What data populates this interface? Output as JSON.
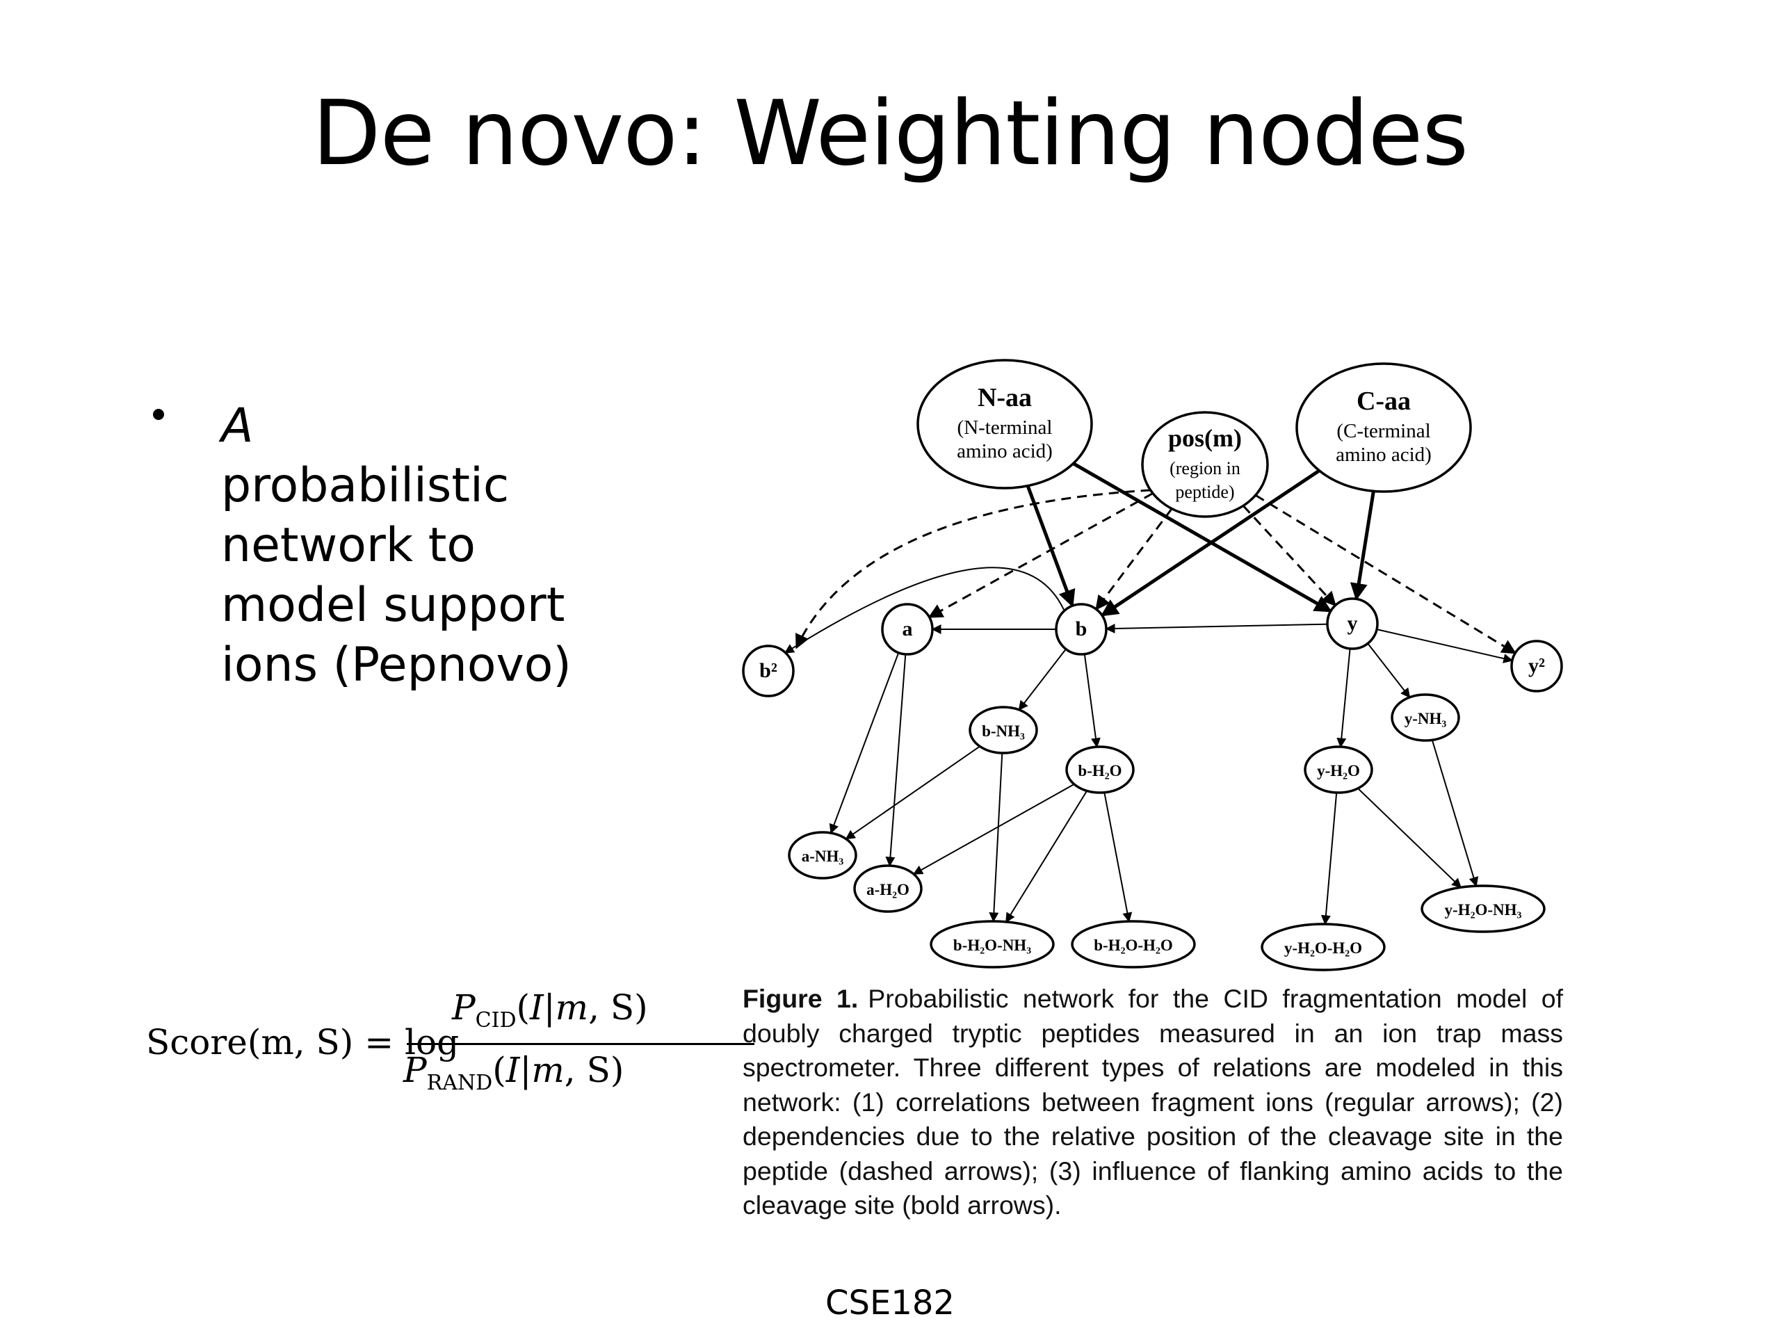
{
  "slide": {
    "title": "De novo: Weighting nodes",
    "bullet_lines": [
      "A",
      "probabilistic",
      "network to",
      "model support",
      "ions (Pepnovo)"
    ],
    "footer": "CSE182"
  },
  "formula": {
    "lhs": "Score(m, S) = log",
    "numerator": "PCID(I|m, S)",
    "denominator": "PRAND(I|m, S)"
  },
  "caption": {
    "label": "Figure 1.",
    "text": "Probabilistic network for the CID fragmentation model of doubly charged tryptic peptides measured in an ion trap mass spectrometer. Three different types of relations are modeled in this network: (1) correlations between fragment ions (regular arrows); (2) dependencies due to the relative position of the cleavage site in the peptide (dashed arrows); (3) influence of flanking amino acids to the cleavage site (bold arrows)."
  },
  "diagram": {
    "nodes": [
      {
        "id": "Naa",
        "lines": [
          "N-aa",
          "(N-terminal",
          "amino acid)"
        ]
      },
      {
        "id": "Caa",
        "lines": [
          "C-aa",
          "(C-terminal",
          "amino acid)"
        ]
      },
      {
        "id": "pos",
        "lines": [
          "pos(m)",
          "(region in",
          "peptide)"
        ]
      },
      {
        "id": "b2",
        "lines": [
          "b²"
        ]
      },
      {
        "id": "a",
        "lines": [
          "a"
        ]
      },
      {
        "id": "b",
        "lines": [
          "b"
        ]
      },
      {
        "id": "y",
        "lines": [
          "y"
        ]
      },
      {
        "id": "y2",
        "lines": [
          "y²"
        ]
      },
      {
        "id": "bNH3",
        "lines": [
          "b-NH₃"
        ]
      },
      {
        "id": "bH2O",
        "lines": [
          "b-H₂O"
        ]
      },
      {
        "id": "yNH3",
        "lines": [
          "y-NH₃"
        ]
      },
      {
        "id": "yH2O",
        "lines": [
          "y-H₂O"
        ]
      },
      {
        "id": "aNH3",
        "lines": [
          "a-NH₃"
        ]
      },
      {
        "id": "aH2O",
        "lines": [
          "a-H₂O"
        ]
      },
      {
        "id": "bH2ONH3",
        "lines": [
          "b-H₂O-NH₃"
        ]
      },
      {
        "id": "bH2OH2O",
        "lines": [
          "b-H₂O-H₂O"
        ]
      },
      {
        "id": "yH2OH2O",
        "lines": [
          "y-H₂O-H₂O"
        ]
      },
      {
        "id": "yH2ONH3",
        "lines": [
          "y-H₂O-NH₃"
        ]
      }
    ],
    "edges": [
      {
        "from": "Naa",
        "to": "b",
        "style": "bold"
      },
      {
        "from": "Naa",
        "to": "y",
        "style": "bold"
      },
      {
        "from": "Caa",
        "to": "b",
        "style": "bold"
      },
      {
        "from": "Caa",
        "to": "y",
        "style": "bold"
      },
      {
        "from": "pos",
        "to": "b2",
        "style": "dashed"
      },
      {
        "from": "pos",
        "to": "a",
        "style": "dashed"
      },
      {
        "from": "pos",
        "to": "b",
        "style": "dashed"
      },
      {
        "from": "pos",
        "to": "y",
        "style": "dashed"
      },
      {
        "from": "pos",
        "to": "y2",
        "style": "dashed"
      },
      {
        "from": "b",
        "to": "a",
        "style": "regular"
      },
      {
        "from": "b",
        "to": "b2",
        "style": "regular"
      },
      {
        "from": "y",
        "to": "b",
        "style": "regular"
      },
      {
        "from": "y",
        "to": "y2",
        "style": "regular"
      },
      {
        "from": "b",
        "to": "bNH3",
        "style": "regular"
      },
      {
        "from": "b",
        "to": "bH2O",
        "style": "regular"
      },
      {
        "from": "y",
        "to": "yNH3",
        "style": "regular"
      },
      {
        "from": "y",
        "to": "yH2O",
        "style": "regular"
      },
      {
        "from": "a",
        "to": "aNH3",
        "style": "regular"
      },
      {
        "from": "a",
        "to": "aH2O",
        "style": "regular"
      },
      {
        "from": "bNH3",
        "to": "aNH3",
        "style": "regular"
      },
      {
        "from": "bNH3",
        "to": "bH2ONH3",
        "style": "regular"
      },
      {
        "from": "bH2O",
        "to": "aH2O",
        "style": "regular"
      },
      {
        "from": "bH2O",
        "to": "bH2ONH3",
        "style": "regular"
      },
      {
        "from": "bH2O",
        "to": "bH2OH2O",
        "style": "regular"
      },
      {
        "from": "yH2O",
        "to": "yH2OH2O",
        "style": "regular"
      },
      {
        "from": "yH2O",
        "to": "yH2ONH3",
        "style": "regular"
      },
      {
        "from": "yNH3",
        "to": "yH2ONH3",
        "style": "regular"
      }
    ]
  }
}
